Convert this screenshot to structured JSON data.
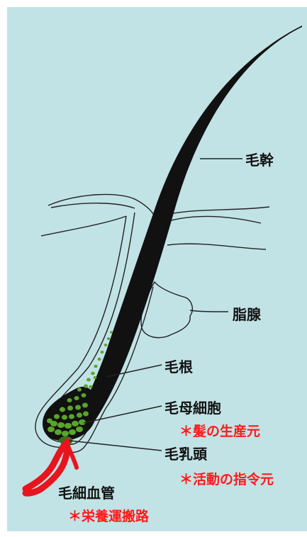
{
  "labels": {
    "shaft": "毛幹",
    "sebaceous_gland": "脂腺",
    "hair_root": "毛根",
    "hair_matrix_cells": "毛母細胞",
    "dermal_papilla": "毛乳頭",
    "capillary": "毛細血管"
  },
  "notes": {
    "matrix_note": "＊髪の生産元",
    "papilla_note": "＊活動の指令元",
    "capillary_note": "＊栄養運搬路"
  },
  "colors": {
    "background": "#c2e3e6",
    "hair": "#111111",
    "cells": "#5aa52a",
    "vessel": "#e8141e",
    "note_text": "#ff1a1a"
  }
}
